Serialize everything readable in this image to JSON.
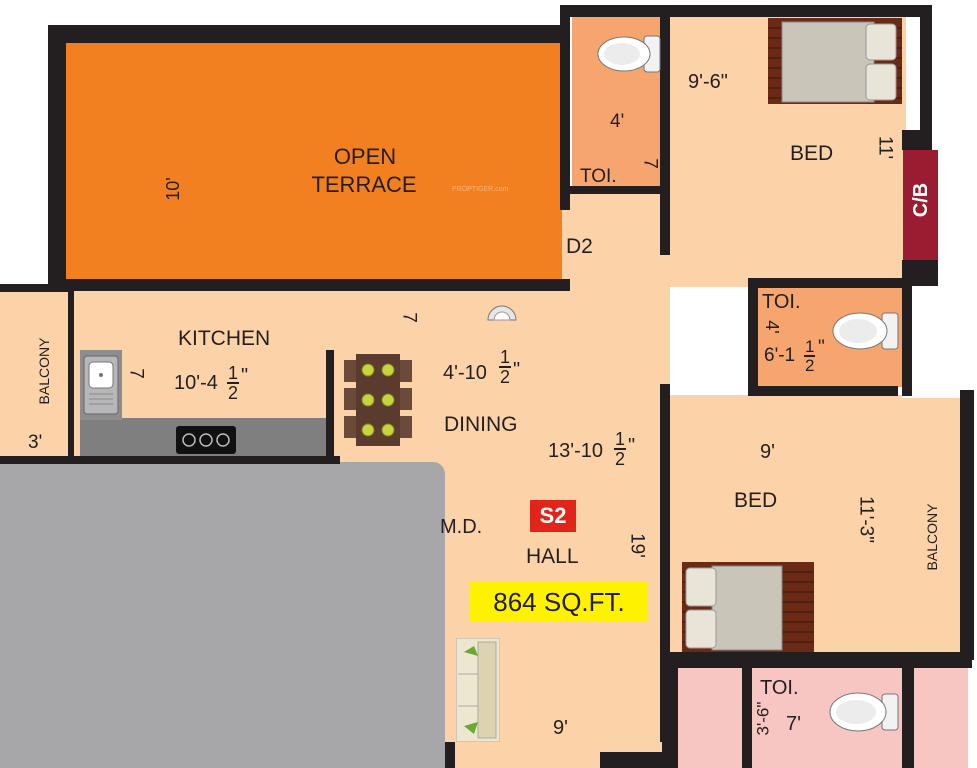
{
  "plan": {
    "colors": {
      "wall": "#231f20",
      "room_fill": "#fcd3a8",
      "toilet_fill": "#f6a56f",
      "terrace_fill": "#f38020",
      "counter": "#7f7f80",
      "common_area": "#a7a7aa",
      "cb_fill": "#9b1b30",
      "pink_area": "#f7c6c3",
      "s2_badge": "#e1251b",
      "area_badge": "#fff200"
    },
    "rooms": {
      "terrace": {
        "line1": "OPEN",
        "line2": "TERRACE",
        "dim": "10'"
      },
      "toilet_top": {
        "label": "TOI.",
        "dim_a": "4'",
        "dim_b": "7"
      },
      "bed_top": {
        "label": "BED",
        "dim_w": "9'-6\"",
        "dim_h": "11'"
      },
      "cb": {
        "label": "C/B"
      },
      "d2": {
        "label": "D2"
      },
      "toilet_mid": {
        "label": "TOI.",
        "dim_a": "4'",
        "dim_b_whole": "6'-1",
        "dim_b_num": "1",
        "dim_b_den": "2",
        "dim_b_unit": "\""
      },
      "kitchen": {
        "label": "KITCHEN",
        "dim_h": "7",
        "dim_w_whole": "10'-4",
        "dim_w_num": "1",
        "dim_w_den": "2",
        "dim_w_unit": "\""
      },
      "balcony_left": {
        "label": "BALCONY",
        "dim": "3'"
      },
      "passage": {
        "dim_h": "7",
        "dim_w_whole": "4'-10",
        "dim_w_num": "1",
        "dim_w_den": "2",
        "dim_w_unit": "\""
      },
      "dining": {
        "label": "DINING",
        "dim_whole": "13'-10",
        "dim_num": "1",
        "dim_den": "2",
        "dim_unit": "\""
      },
      "bed_bottom": {
        "label": "BED",
        "dim_w": "9'",
        "dim_h": "11'-3\""
      },
      "balcony_right": {
        "label": "BALCONY"
      },
      "hall": {
        "label": "HALL",
        "md": "M.D.",
        "dim_h": "19'",
        "dim_w": "9'"
      },
      "toilet_bottom": {
        "label": "TOI.",
        "dim_a": "3'-6\"",
        "dim_b": "7'"
      }
    },
    "badges": {
      "unit": "S2",
      "area": "864 SQ.FT."
    },
    "watermark": "PROPTIGER.com"
  }
}
